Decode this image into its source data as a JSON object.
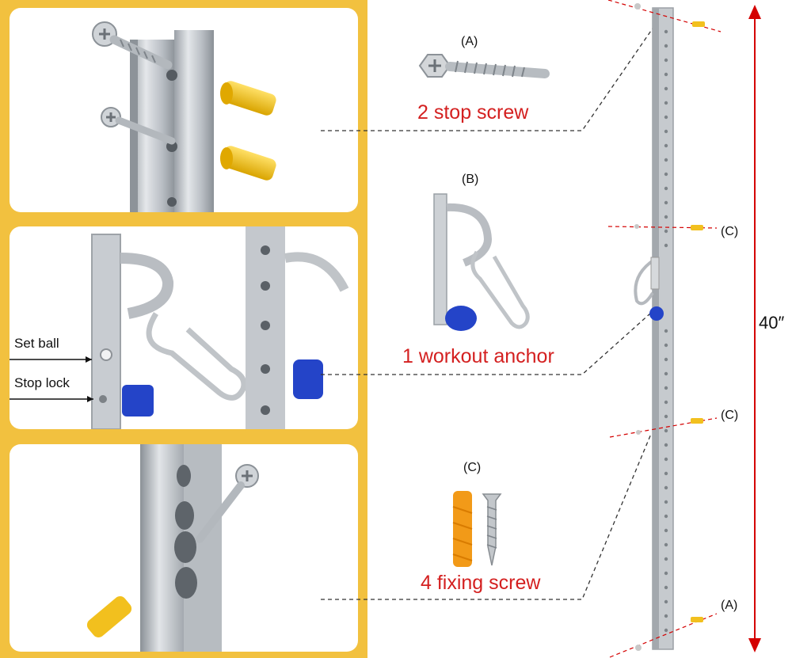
{
  "parts": [
    {
      "tag": "(A)",
      "label": "2 stop screw"
    },
    {
      "tag": "(B)",
      "label": "1 workout anchor"
    },
    {
      "tag": "(C)",
      "label": "4 fixing screw"
    }
  ],
  "callouts": {
    "set_ball": "Set ball",
    "stop_lock": "Stop lock"
  },
  "rail_tags": [
    "(C)",
    "(C)",
    "(A)"
  ],
  "dimension": "40″",
  "colors": {
    "frame": "#f2c13f",
    "label_red": "#d42020",
    "arrow_red": "#d40000",
    "anchor_blue": "#2444c8",
    "wall_plug_yellow": "#f2c01e",
    "metal": "#c9cdd2"
  }
}
